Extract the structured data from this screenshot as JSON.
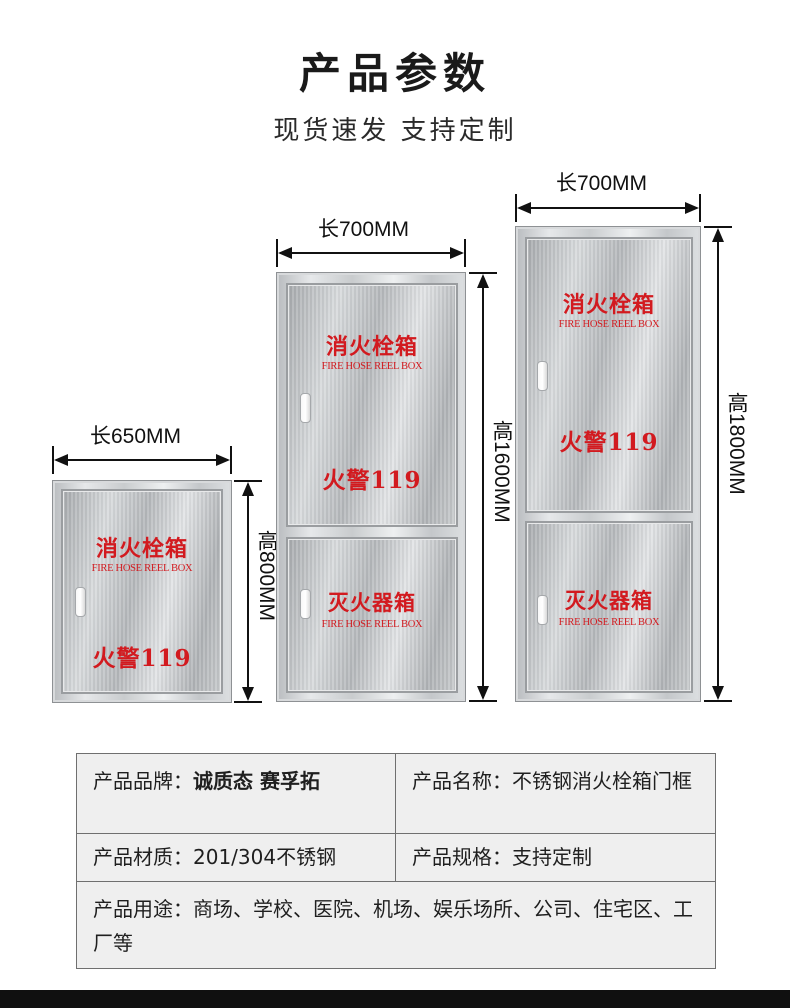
{
  "header": {
    "title": "产品参数",
    "subtitle": "现货速发 支持定制"
  },
  "cabinets": {
    "small": {
      "width_label": "长650MM",
      "height_label": "高800MM",
      "door_title": "消火栓箱",
      "door_title_en": "FIRE HOSE REEL BOX",
      "door_alarm": "火警119"
    },
    "medium": {
      "width_label": "长700MM",
      "height_label": "高1600MM",
      "upper_door_title": "消火栓箱",
      "upper_door_title_en": "FIRE HOSE REEL BOX",
      "upper_door_alarm": "火警119",
      "lower_door_title": "灭火器箱",
      "lower_door_title_en": "FIRE HOSE REEL BOX"
    },
    "large": {
      "width_label": "长700MM",
      "height_label": "高1800MM",
      "upper_door_title": "消火栓箱",
      "upper_door_title_en": "FIRE HOSE REEL BOX",
      "upper_door_alarm": "火警119",
      "lower_door_title": "灭火器箱",
      "lower_door_title_en": "FIRE HOSE REEL BOX"
    }
  },
  "specs": {
    "brand_label": "产品品牌：",
    "brand_value": "诚质态  赛孚拓",
    "name_label": "产品名称：",
    "name_value": "不锈钢消火栓箱门框",
    "material_label": "产品材质：",
    "material_value": "201/304不锈钢",
    "spec_label": "产品规格：",
    "spec_value": "支持定制",
    "usage_label": "产品用途：",
    "usage_value": "商场、学校、医院、机场、娱乐场所、公司、住宅区、工厂等"
  },
  "colors": {
    "accent_red": "#d21a1f",
    "steel": "#c9ccce",
    "table_bg": "#efefef"
  }
}
